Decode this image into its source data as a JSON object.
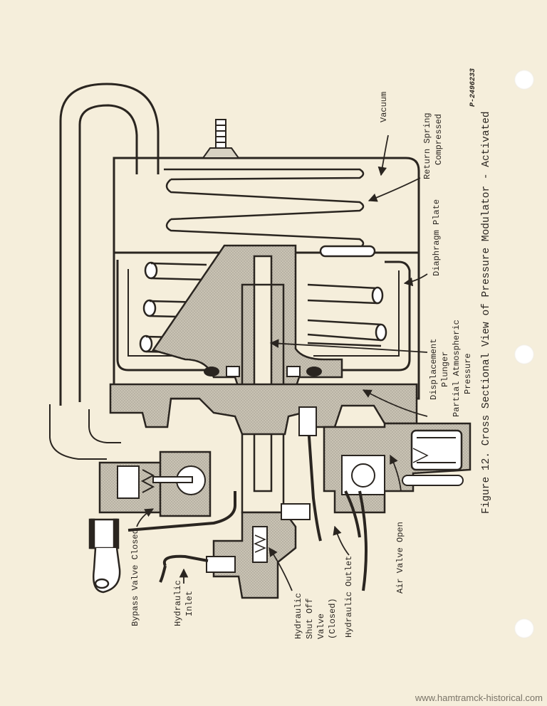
{
  "figure": {
    "caption": "Figure 12. Cross Sectional View of Pressure Modulator - Activated",
    "code": "P-2496233"
  },
  "labels": {
    "vacuum": "Vacuum",
    "return_spring_1": "Return Spring",
    "return_spring_2": "Compressed",
    "diaphragm_plate": "Diaphragm Plate",
    "displacement_1": "Displacement",
    "displacement_2": "Plunger",
    "partial_1": "Partial Atmospheric",
    "partial_2": "Pressure",
    "bypass": "Bypass Valve Closed",
    "hyd_inlet_1": "Hydraulic",
    "hyd_inlet_2": "Inlet",
    "shutoff_1": "Hydraulic",
    "shutoff_2": "Shut Off",
    "shutoff_3": "Valve",
    "shutoff_4": "(Closed)",
    "hyd_outlet": "Hydraulic Outlet",
    "air_valve": "Air Valve Open"
  },
  "watermark": "www.hamtramck-historical.com"
}
